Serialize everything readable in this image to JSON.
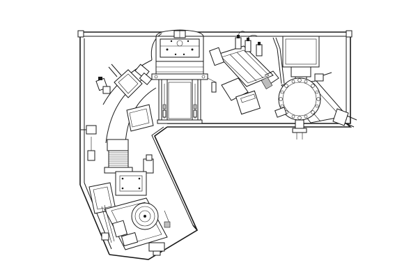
{
  "figure": {
    "kind": "technical-line-drawing",
    "colors": {
      "line": "#1a1a1a",
      "background": "#ffffff",
      "fill": "#ffffff",
      "shade": "#bdbdbd"
    },
    "components": [
      "enclosure-frame",
      "central-chamber",
      "curved-beamline",
      "linear-translation-stage",
      "cylindrical-vacuum-chamber",
      "turntable-assembly"
    ]
  }
}
